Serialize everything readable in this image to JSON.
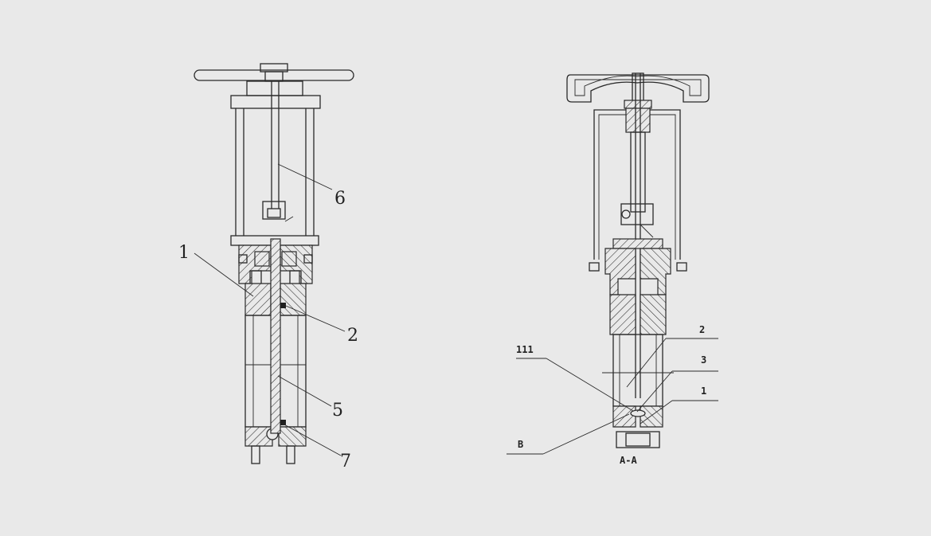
{
  "left_view": {
    "callouts": [
      {
        "id": "1",
        "text": "1"
      },
      {
        "id": "6",
        "text": "6"
      },
      {
        "id": "2",
        "text": "2"
      },
      {
        "id": "5",
        "text": "5"
      },
      {
        "id": "7",
        "text": "7"
      }
    ]
  },
  "right_view": {
    "callouts": [
      {
        "id": "2",
        "text": "2"
      },
      {
        "id": "111",
        "text": "111"
      },
      {
        "id": "3",
        "text": "3"
      },
      {
        "id": "1",
        "text": "1"
      },
      {
        "id": "B",
        "text": "B"
      }
    ],
    "section_label": "A-A"
  },
  "colors": {
    "background": "#e9e9e9",
    "line": "#2a2a2a"
  }
}
